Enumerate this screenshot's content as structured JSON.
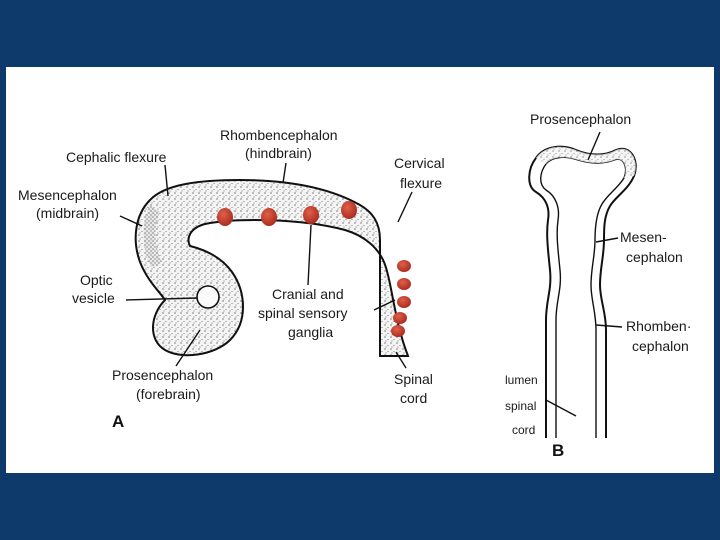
{
  "colors": {
    "background": "#0d3a6b",
    "panel": "#ffffff",
    "ganglia": "#c8392a",
    "outline": "#111111"
  },
  "panel_a": {
    "letter": "A",
    "labels": {
      "cephalic_flexure": "Cephalic flexure",
      "rhombencephalon_line1": "Rhombencephalon",
      "rhombencephalon_line2": "(hindbrain)",
      "cervical_line1": "Cervical",
      "cervical_line2": "flexure",
      "mesencephalon_line1": "Mesencephalon",
      "mesencephalon_line2": "(midbrain)",
      "optic_line1": "Optic",
      "optic_line2": "vesicle",
      "ganglia_line1": "Cranial and",
      "ganglia_line2": "spinal sensory",
      "ganglia_line3": "ganglia",
      "prosencephalon_line1": "Prosencephalon",
      "prosencephalon_line2": "(forebrain)",
      "spinal_line1": "Spinal",
      "spinal_line2": "cord"
    }
  },
  "panel_b": {
    "letter": "B",
    "labels": {
      "prosencephalon": "Prosencephalon",
      "mesen_line1": "Mesen-",
      "mesen_line2": "cephalon",
      "rhomben_line1": "Rhomben·",
      "rhomben_line2": "cephalon",
      "lumen": "lumen",
      "spinal": "spinal",
      "cord": "cord"
    }
  }
}
